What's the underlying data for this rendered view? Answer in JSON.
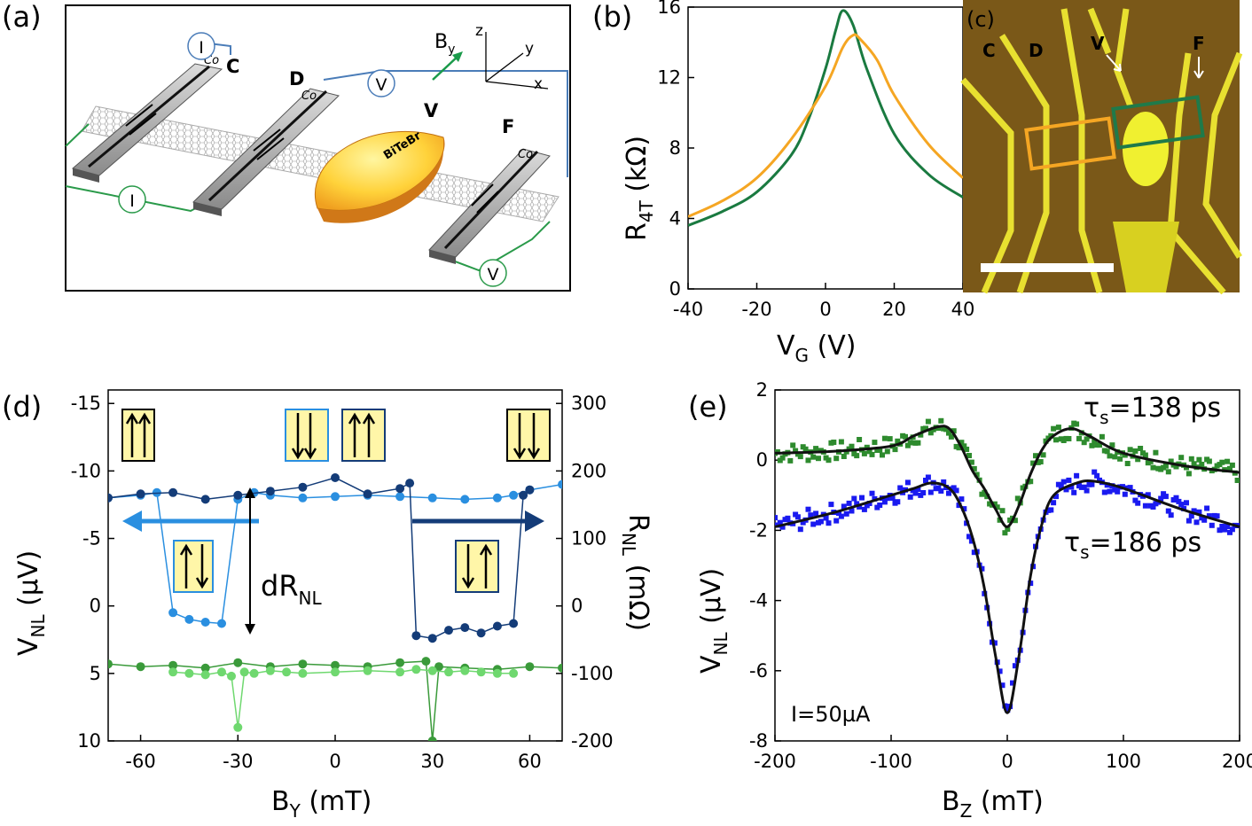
{
  "panel_labels": {
    "a": "(a)",
    "b": "(b)",
    "c": "(c)",
    "d": "(d)",
    "e": "(e)"
  },
  "colors": {
    "green_dark": "#1a7a40",
    "green_light": "#2fbf2f",
    "green_mid": "#3a9a3a",
    "blue_light": "#2a8fe0",
    "blue_dark": "#143c78",
    "blue_e": "#1a1af0",
    "green_e": "#2e8b2e",
    "orange": "#f5a623",
    "yellow_box": "#fff6a8"
  },
  "panel_a": {
    "contacts": {
      "c": "C",
      "d": "D",
      "v": "V",
      "f": "F"
    },
    "co": "Co",
    "flake": "BiTeBr",
    "field": "B",
    "field_sub": "y",
    "axes": {
      "z": "z",
      "y": "y",
      "x": "x"
    },
    "circles": {
      "i": "I",
      "v": "V"
    }
  },
  "panel_c": {
    "labels": {
      "c": "C",
      "d": "D",
      "v": "V",
      "f": "F"
    }
  },
  "chart_data": [
    {
      "panel": "b",
      "type": "line",
      "xlabel": "V",
      "xlabel_sub": "G",
      "xlabel_unit": " (V)",
      "ylabel": "R",
      "ylabel_sub": "4T",
      "ylabel_unit": " (kΩ)",
      "xlim": [
        -40,
        40
      ],
      "ylim": [
        0,
        16
      ],
      "xticks": [
        "-40",
        "-20",
        "0",
        "20",
        "40"
      ],
      "yticks": [
        "0",
        "4",
        "8",
        "12",
        "16"
      ],
      "series": [
        {
          "color": "#1a7a40",
          "x": [
            -40,
            -30,
            -20,
            -10,
            -5,
            0,
            3,
            5,
            8,
            12,
            20,
            30,
            40
          ],
          "y": [
            3.6,
            4.4,
            5.5,
            7.6,
            9.6,
            12.5,
            14.7,
            15.8,
            15.0,
            12.5,
            8.8,
            6.5,
            5.2
          ]
        },
        {
          "color": "#f5a623",
          "x": [
            -40,
            -30,
            -20,
            -10,
            0,
            5,
            8,
            10,
            15,
            20,
            30,
            40
          ],
          "y": [
            4.1,
            5.0,
            6.3,
            8.5,
            11.5,
            13.7,
            14.4,
            14.2,
            13.0,
            11.0,
            8.2,
            6.3
          ]
        }
      ]
    },
    {
      "panel": "d",
      "type": "scatter",
      "xlabel": "B",
      "xlabel_sub": "Y",
      "xlabel_unit": " (mT)",
      "ylabel": "V",
      "ylabel_sub": "NL",
      "ylabel_unit": " (µV)",
      "y2label": "R",
      "y2label_sub": "NL",
      "y2label_unit": " (mΩ)",
      "annotation": "dR",
      "annotation_sub": "NL",
      "xlim": [
        -70,
        70
      ],
      "ylim": [
        -16,
        10
      ],
      "xticks": [
        "-60",
        "-30",
        "0",
        "30",
        "60"
      ],
      "yticks": [
        "-15",
        "-10",
        "-5",
        "0",
        "5",
        "10"
      ],
      "y2ticks": [
        "300",
        "200",
        "100",
        "0",
        "-100",
        "-200"
      ],
      "series": [
        {
          "color": "#2a8fe0",
          "x": [
            -70,
            -60,
            -55,
            -50,
            -45,
            -40,
            -35,
            -30,
            -25,
            -20,
            -10,
            0,
            10,
            20,
            30,
            40,
            50,
            55,
            60,
            70
          ],
          "y": [
            -8.0,
            -8.2,
            -8.4,
            0.5,
            1.0,
            1.2,
            1.3,
            -7.9,
            -8.4,
            -8.2,
            -8.0,
            -8.1,
            -8.2,
            -8.1,
            -8.0,
            -7.9,
            -8.0,
            -8.2,
            -8.6,
            -9.0
          ]
        },
        {
          "color": "#143c78",
          "x": [
            -70,
            -60,
            -50,
            -40,
            -30,
            -20,
            -10,
            0,
            10,
            20,
            23,
            25,
            30,
            35,
            40,
            45,
            50,
            55,
            58,
            60
          ],
          "y": [
            -8.0,
            -8.3,
            -8.4,
            -7.9,
            -8.2,
            -8.5,
            -8.8,
            -9.5,
            -8.3,
            -8.7,
            -9.1,
            2.2,
            2.4,
            1.8,
            1.6,
            2.0,
            1.5,
            1.3,
            -8.2,
            -8.6
          ]
        },
        {
          "color": "#3a9a3a",
          "x": [
            -70,
            -60,
            -50,
            -40,
            -30,
            -20,
            -10,
            0,
            10,
            20,
            28,
            30,
            32,
            40,
            50,
            60,
            70
          ],
          "y": [
            4.3,
            4.5,
            4.4,
            4.6,
            4.2,
            4.5,
            4.3,
            4.4,
            4.5,
            4.2,
            4.1,
            10.0,
            4.5,
            4.6,
            4.7,
            4.5,
            4.6
          ]
        },
        {
          "color": "#6fd86f",
          "x": [
            -50,
            -45,
            -40,
            -35,
            -32,
            -30,
            -28,
            -25,
            -20,
            -15,
            -10,
            0,
            10,
            20,
            25,
            30,
            35,
            40,
            45,
            50,
            55
          ],
          "y": [
            4.9,
            5.0,
            5.1,
            4.9,
            5.2,
            9.0,
            4.9,
            5.0,
            4.8,
            4.9,
            5.0,
            4.9,
            4.8,
            4.9,
            4.7,
            4.8,
            4.9,
            4.8,
            4.9,
            5.0,
            5.0
          ]
        }
      ]
    },
    {
      "panel": "e",
      "type": "scatter",
      "xlabel": "B",
      "xlabel_sub": "Z",
      "xlabel_unit": " (mT)",
      "ylabel": "V",
      "ylabel_sub": "NL",
      "ylabel_unit": " (µV)",
      "note": "I=50µA",
      "xlim": [
        -200,
        200
      ],
      "ylim": [
        -8,
        2
      ],
      "xticks": [
        "-200",
        "-100",
        "0",
        "100",
        "200"
      ],
      "yticks": [
        "2",
        "0",
        "-2",
        "-4",
        "-6",
        "-8"
      ],
      "series": [
        {
          "name_prefix": "τ",
          "name_sub": "s",
          "name_value": "=138 ps",
          "color": "#2e8b2e",
          "x": [
            -200,
            -150,
            -100,
            -80,
            -60,
            -50,
            -40,
            -30,
            -20,
            -10,
            0,
            10,
            20,
            30,
            40,
            55,
            70,
            100,
            150,
            200
          ],
          "y": [
            0.2,
            0.25,
            0.4,
            0.7,
            0.95,
            0.9,
            0.4,
            -0.3,
            -0.8,
            -1.4,
            -1.9,
            -1.3,
            -0.4,
            0.3,
            0.7,
            0.9,
            0.7,
            0.2,
            -0.15,
            -0.35
          ]
        },
        {
          "name_prefix": "τ",
          "name_sub": "s",
          "name_value": "=186 ps",
          "color": "#1a1af0",
          "x": [
            -200,
            -150,
            -100,
            -80,
            -65,
            -50,
            -40,
            -30,
            -20,
            -10,
            0,
            10,
            20,
            30,
            40,
            60,
            75,
            100,
            150,
            200
          ],
          "y": [
            -1.9,
            -1.5,
            -1.0,
            -0.8,
            -0.65,
            -0.8,
            -1.3,
            -2.2,
            -3.6,
            -5.6,
            -7.2,
            -5.6,
            -3.3,
            -1.8,
            -1.0,
            -0.65,
            -0.6,
            -0.8,
            -1.4,
            -1.9
          ]
        }
      ]
    }
  ]
}
